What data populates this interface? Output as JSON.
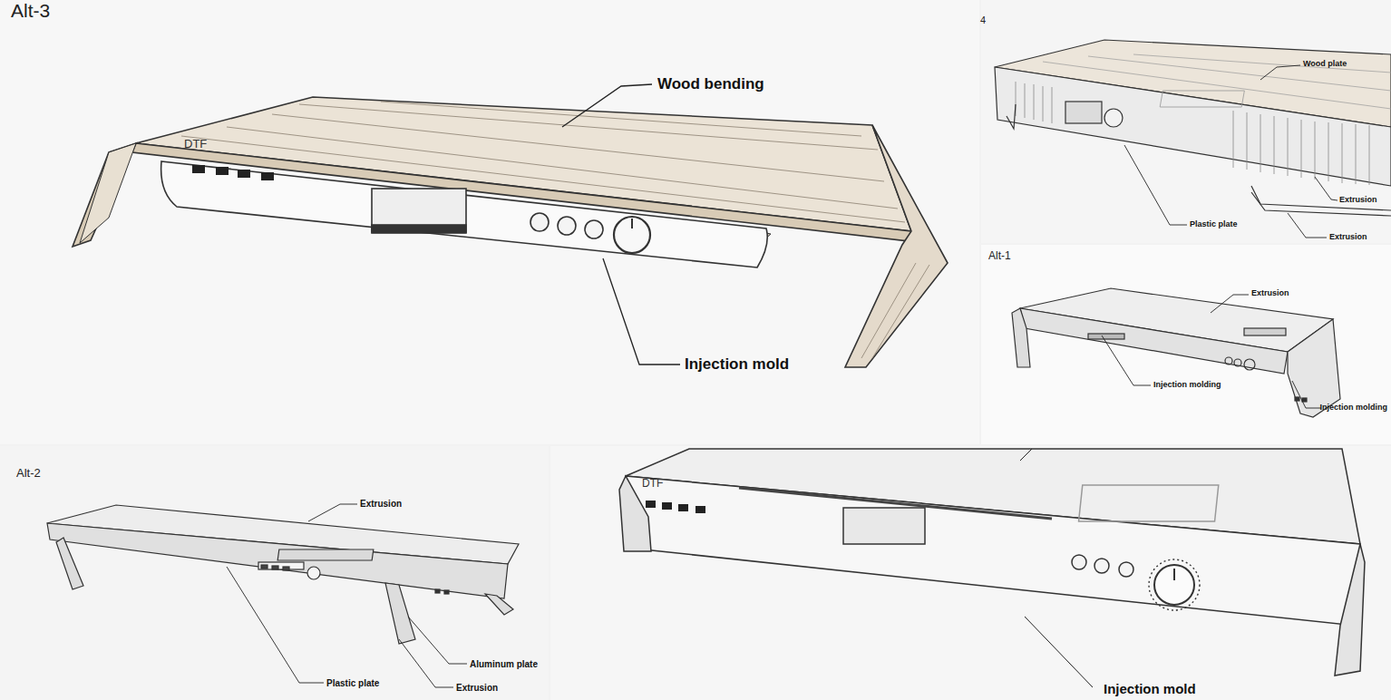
{
  "diagram": {
    "labels": [
      "Alt-3",
      "Wood bending",
      "Injection mold",
      "4",
      "Wood plate",
      "Plastic plate",
      "Extrusion",
      "Extrusion",
      "Alt-1",
      "Extrusion",
      "Injection molding",
      "Injection molding",
      "Alt-2",
      "Extrusion",
      "Plastic plate",
      "Aluminum plate",
      "Extrusion",
      "Injection mold",
      "DTF",
      "DTF"
    ]
  }
}
